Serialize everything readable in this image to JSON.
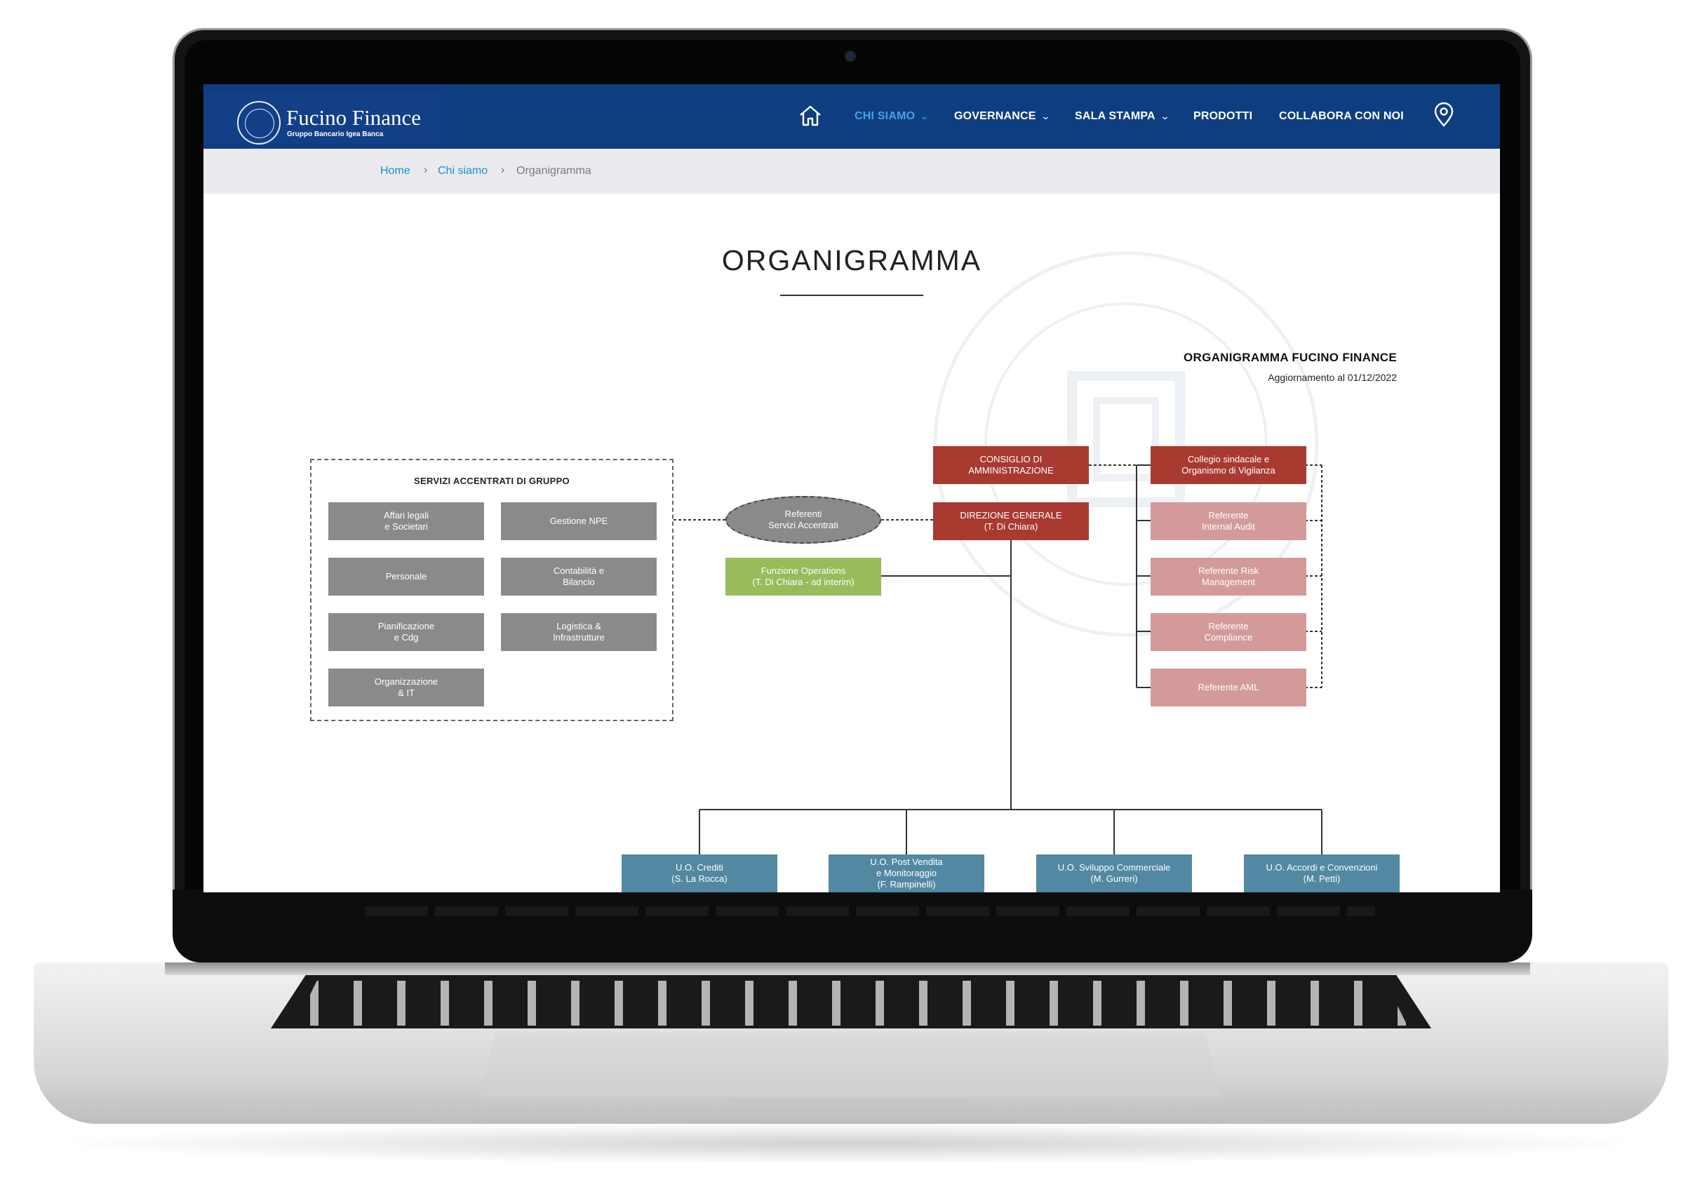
{
  "site": {
    "logo_title": "Fucino Finance",
    "logo_subtitle": "Gruppo Bancario Igea Banca"
  },
  "nav": {
    "items": [
      {
        "label": "CHI SIAMO",
        "has_dropdown": true,
        "active": true
      },
      {
        "label": "GOVERNANCE",
        "has_dropdown": true,
        "active": false
      },
      {
        "label": "SALA STAMPA",
        "has_dropdown": true,
        "active": false
      },
      {
        "label": "PRODOTTI",
        "has_dropdown": false,
        "active": false
      },
      {
        "label": "COLLABORA CON NOI",
        "has_dropdown": false,
        "active": false
      }
    ],
    "home_icon": "home-icon",
    "location_icon": "map-pin-icon"
  },
  "breadcrumb": {
    "items": [
      "Home",
      "Chi siamo",
      "Organigramma"
    ]
  },
  "page": {
    "title": "ORGANIGRAMMA"
  },
  "org": {
    "heading": "ORGANIGRAMMA FUCINO FINANCE",
    "updated": "Aggiornamento al 01/12/2022",
    "group_title": "SERVIZI ACCENTRATI DI GRUPPO",
    "group_services": [
      "Affari legali\ne Societari",
      "Gestione NPE",
      "Personale",
      "Contabilità e\nBilancio",
      "Pianificazione\ne Cdg",
      "Logistica &\nInfrastrutture",
      "Organizzazione\n& IT"
    ],
    "referenti": "Referenti\nServizi Accentrati",
    "operations": "Funzione Operations\n(T. Di Chiara - ad interim)",
    "consiglio": "CONSIGLIO DI\nAMMINISTRAZIONE",
    "direzione": "DIREZIONE GENERALE\n(T. Di Chiara)",
    "control": [
      "Collegio sindacale e\nOrganismo di Vigilanza",
      "Referente\nInternal Audit",
      "Referente Risk\nManagement",
      "Referente\nCompliance",
      "Referente AML"
    ],
    "units": [
      "U.O. Crediti\n(S. La Rocca)",
      "U.O. Post Vendita\ne Monitoraggio\n(F. Rampinelli)",
      "U.O. Sviluppo Commerciale\n(M. Gurreri)",
      "U.O. Accordi e Convenzioni\n(M. Petti)"
    ]
  },
  "colors": {
    "nav_bg": "#0f3e80",
    "nav_active": "#3fa5e6",
    "breadcrumb_link": "#1d8fd1",
    "service_gray": "#8a8a8a",
    "board_red": "#a83a30",
    "control_pink": "#d49a9a",
    "operations_green": "#99bb5c",
    "unit_teal": "#5288a2"
  }
}
